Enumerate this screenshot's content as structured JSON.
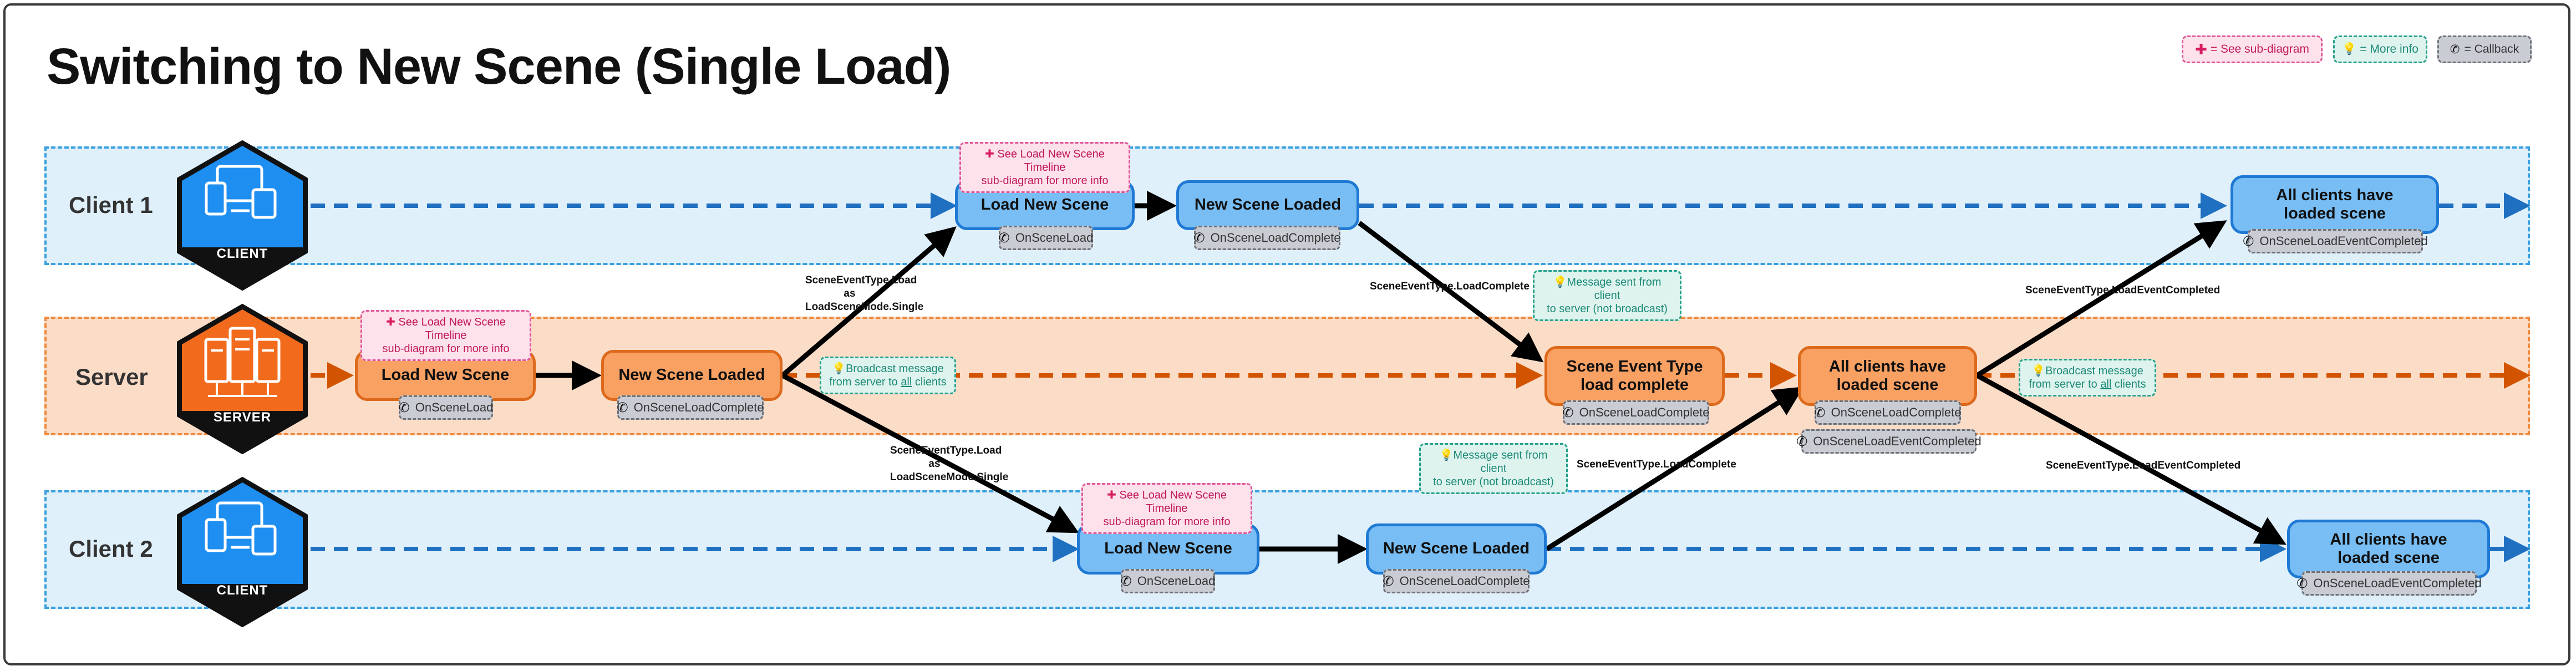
{
  "title": "Switching to New Scene (Single Load)",
  "legend": {
    "subdiagram": "= See sub-diagram",
    "more_info": "= More info",
    "callback": "= Callback"
  },
  "lanes": {
    "client1": {
      "label": "Client 1",
      "badge": "CLIENT"
    },
    "server": {
      "label": "Server",
      "badge": "SERVER"
    },
    "client2": {
      "label": "Client 2",
      "badge": "CLIENT"
    }
  },
  "nodes": {
    "c1_load": "Load New Scene",
    "c1_loaded": "New Scene Loaded",
    "c1_all": "All clients have loaded scene",
    "s_load": "Load New Scene",
    "s_loaded": "New Scene Loaded",
    "s_event": "Scene Event Type load complete",
    "s_all": "All clients have loaded scene",
    "c2_load": "Load New Scene",
    "c2_loaded": "New Scene Loaded",
    "c2_all": "All clients have loaded scene"
  },
  "callbacks": {
    "c1_load": "OnSceneLoad",
    "c1_loaded": "OnSceneLoadComplete",
    "c1_all": "OnSceneLoadEventCompleted",
    "s_load": "OnSceneLoad",
    "s_loaded": "OnSceneLoadComplete",
    "s_event": "OnSceneLoadComplete",
    "s_all_1": "OnSceneLoadComplete",
    "s_all_2": "OnSceneLoadEventCompleted",
    "c2_load": "OnSceneLoad",
    "c2_loaded": "OnSceneLoadComplete",
    "c2_all": "OnSceneLoadEventCompleted"
  },
  "notes": {
    "subdiagram_1": "See Load New Scene Timeline",
    "subdiagram_2": "sub-diagram for more info",
    "broadcast_1": "Broadcast message",
    "broadcast_2": "from server to",
    "broadcast_all": "all",
    "broadcast_3": "clients",
    "c2s_1": "Message sent from client",
    "c2s_2": "to server (not broadcast)"
  },
  "edge_labels": {
    "load_1": "SceneEventType.Load",
    "load_2": "as",
    "load_3": "LoadSceneMode.Single",
    "load_complete": "SceneEventType.LoadComplete",
    "load_event_completed": "SceneEventType.LoadEventCompleted"
  },
  "icons": {
    "subdiagram": "plus-icon",
    "more_info": "lightbulb-icon",
    "callback": "phone-icon",
    "client": "devices-icon",
    "server": "server-rack-icon"
  },
  "colors": {
    "client_lane": "#dff0fb",
    "client_border": "#3aa0e0",
    "server_lane": "#fbdcc6",
    "server_border": "#f08a3c",
    "client_node": "#78bdf3",
    "server_node": "#f9a163",
    "client_badge": "#1e8ef0",
    "server_badge": "#f26b1d",
    "callback": "#c9ccd3"
  }
}
